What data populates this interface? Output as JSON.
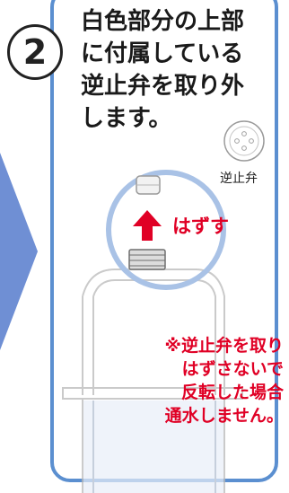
{
  "step": {
    "number": "2"
  },
  "instruction": [
    "白色部分の上部",
    "に付属している",
    "逆止弁を取り外",
    "します。"
  ],
  "valve_label": "逆止弁",
  "arrow_label": "はずす",
  "note": [
    "※逆止弁を取り",
    "はずさないで",
    "反転した場合",
    "通水しません。"
  ],
  "colors": {
    "frame": "#5b8fd0",
    "highlight_circle": "#a9c2e6",
    "side_arrow": "#6f8fd4",
    "accent_red": "#e00025"
  }
}
